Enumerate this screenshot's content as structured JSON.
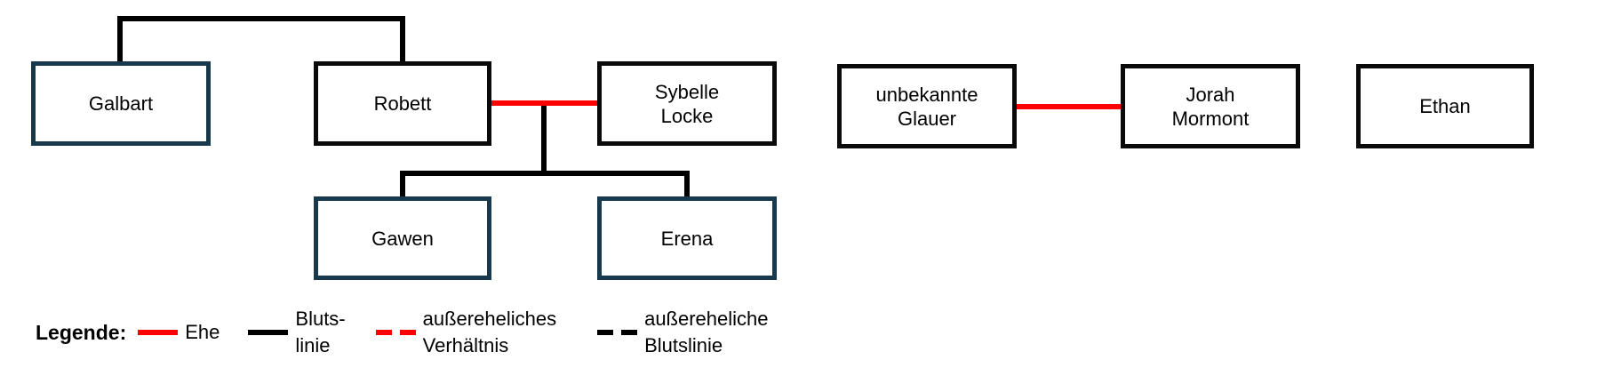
{
  "diagram_type": "family-tree",
  "people": {
    "galbart": {
      "name": "Galbart",
      "border_color": "#18394b"
    },
    "robett": {
      "name": "Robett",
      "border_color": "#0a0a0a"
    },
    "sybelle": {
      "name": "Sybelle\nLocke",
      "border_color": "#0a0a0a"
    },
    "gawen": {
      "name": "Gawen",
      "border_color": "#18394b"
    },
    "erena": {
      "name": "Erena",
      "border_color": "#18394b"
    },
    "glauer": {
      "name": "unbekannte\nGlauer",
      "border_color": "#0a0a0a"
    },
    "jorah": {
      "name": "Jorah\nMormont",
      "border_color": "#0a0a0a"
    },
    "ethan": {
      "name": "Ethan",
      "border_color": "#0a0a0a"
    }
  },
  "relationships": [
    {
      "type": "Blutslinie",
      "between": [
        "Galbart",
        "Robett"
      ]
    },
    {
      "type": "Ehe",
      "between": [
        "Robett",
        "Sybelle Locke"
      ]
    },
    {
      "type": "Blutslinie",
      "parents": [
        "Robett",
        "Sybelle Locke"
      ],
      "children": [
        "Gawen",
        "Erena"
      ]
    },
    {
      "type": "Ehe",
      "between": [
        "unbekannte Glauer",
        "Jorah Mormont"
      ]
    }
  ],
  "colors": {
    "marriage_line": "#ff0000",
    "bloodline": "#000000",
    "family_border": "#18394b",
    "plain_border": "#0a0a0a",
    "background": "#ffffff"
  },
  "legend": {
    "title": "Legende:",
    "items": [
      {
        "label": "Ehe",
        "style": "solid",
        "color": "#ff0000"
      },
      {
        "label": "Bluts-\nlinie",
        "style": "solid",
        "color": "#000000"
      },
      {
        "label": "außereheliches\nVerhältnis",
        "style": "dashed",
        "color": "#ff0000"
      },
      {
        "label": "außereheliche\nBlutslinie",
        "style": "dashed",
        "color": "#000000"
      }
    ]
  }
}
